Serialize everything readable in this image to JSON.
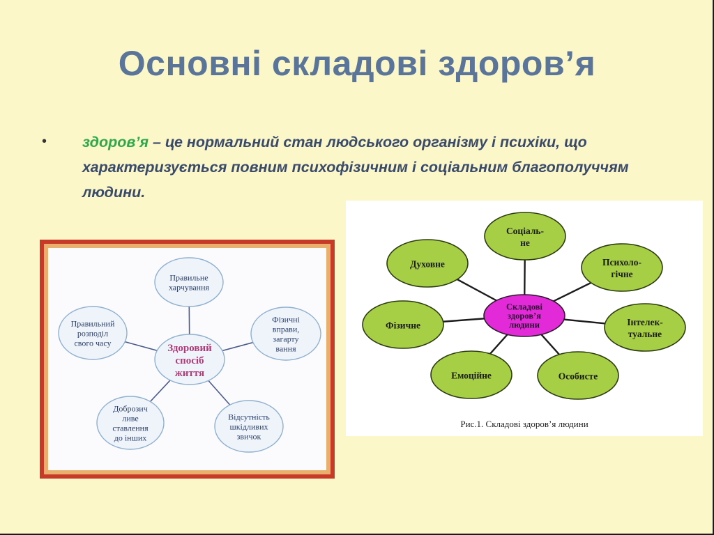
{
  "slide": {
    "title": "Основні складові здоров’я",
    "bullet_marker": "•",
    "definition_term": "здоров’я",
    "definition_text": " – це нормальний стан людського організму і психіки, що характеризується повним психофізичним і соціальним благополуччям людини."
  },
  "left_diagram": {
    "center": [
      "Здоровий",
      "спосіб",
      "життя"
    ],
    "nodes": [
      {
        "key": "nutrition",
        "lines": [
          "Правильне",
          "харчування"
        ]
      },
      {
        "key": "exercise",
        "lines": [
          "Фізичні",
          "вправи,",
          "загарту",
          "вання"
        ]
      },
      {
        "key": "no-habits",
        "lines": [
          "Відсутність",
          "шкідливих",
          "звичок"
        ]
      },
      {
        "key": "kindness",
        "lines": [
          "Доброзич",
          "ливе",
          "ставлення",
          "до інших"
        ]
      },
      {
        "key": "time",
        "lines": [
          "Правильний",
          "розподіл",
          "свого часу"
        ]
      }
    ],
    "colors": {
      "node_fill": "#eef4fa",
      "node_stroke": "#8fb0cf",
      "text": "#2b3f6a",
      "center_text": "#b03a78",
      "line": "#4a5a8a"
    }
  },
  "right_diagram": {
    "center": [
      "Складові",
      "здоров’я",
      "людини"
    ],
    "nodes": [
      {
        "key": "social",
        "lines": [
          "Соціаль-",
          "не"
        ]
      },
      {
        "key": "psych",
        "lines": [
          "Психоло-",
          "гічне"
        ]
      },
      {
        "key": "intel",
        "lines": [
          "Інтелек-",
          "туальне"
        ]
      },
      {
        "key": "personal",
        "lines": [
          "Особисте"
        ]
      },
      {
        "key": "emotional",
        "lines": [
          "Емоційне"
        ]
      },
      {
        "key": "physical",
        "lines": [
          "Фізичне"
        ]
      },
      {
        "key": "spiritual",
        "lines": [
          "Духовне"
        ]
      }
    ],
    "caption": "Рис.1. Складові здоров’я людини",
    "colors": {
      "node_fill": "#a7cf45",
      "node_stroke": "#2c3b12",
      "center_fill": "#e32ad8",
      "text": "#1c1c1c"
    }
  }
}
